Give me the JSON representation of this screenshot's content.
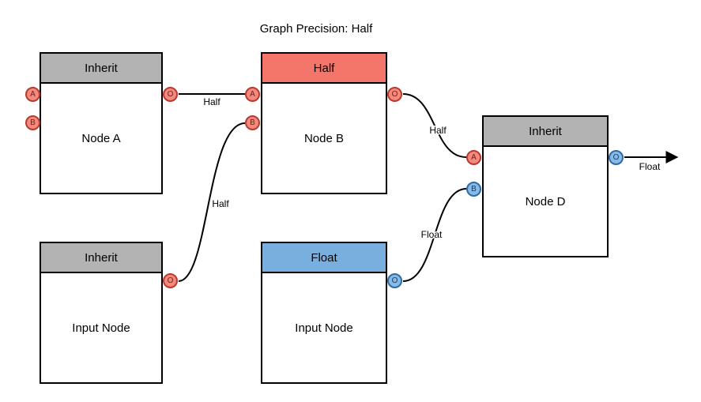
{
  "title": "Graph Precision: Half",
  "colors": {
    "node_gray": "#b3b3b3",
    "node_red": "#f4766b",
    "node_blue": "#79afde",
    "port_red_fill": "#f48a7e",
    "port_red_border": "#b73a2e",
    "port_blue_fill": "#85bbe6",
    "port_blue_border": "#33699e",
    "line": "#000000"
  },
  "ports": {
    "a": "A",
    "b": "B",
    "o": "O"
  },
  "nodes": {
    "node_a": {
      "header": "Inherit",
      "body": "Node A"
    },
    "node_b": {
      "header": "Half",
      "body": "Node B"
    },
    "node_d": {
      "header": "Inherit",
      "body": "Node D"
    },
    "input_left": {
      "header": "Inherit",
      "body": "Input Node"
    },
    "input_mid": {
      "header": "Float",
      "body": "Input Node"
    }
  },
  "edges": {
    "a_out_to_b_a": {
      "label": "Half"
    },
    "input_left_to_b_b": {
      "label": "Half"
    },
    "b_out_to_d_a": {
      "label": "Half"
    },
    "input_mid_to_d_b": {
      "label": "Float"
    },
    "d_out": {
      "label": "Float"
    }
  }
}
